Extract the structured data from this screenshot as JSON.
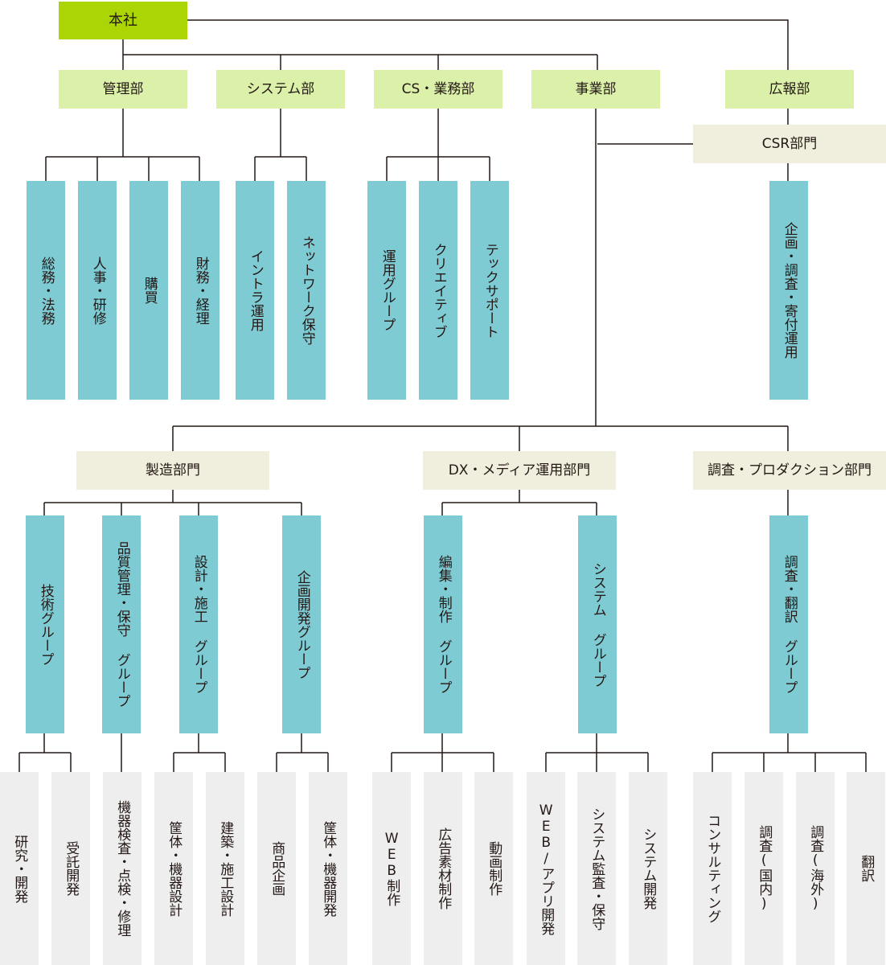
{
  "hq": "本社",
  "departments": {
    "kanri": "管理部",
    "system": "システム部",
    "cs": "CS・業務部",
    "jigyo": "事業部",
    "koho": "広報部"
  },
  "divisions": {
    "csr": "CSR部門",
    "seizo": "製造部門",
    "dx": "DX・メディア運用部門",
    "chosa": "調査・プロダクション部門"
  },
  "top_groups": {
    "somu": "総務・法務",
    "jinji": "人事・研修",
    "kobai": "購買",
    "zaimu": "財務・経理",
    "intra": "イントラ運用",
    "network": "ネットワーク保守",
    "unyo": "運用グループ",
    "creative": "クリエイティブ",
    "techsupport": "テックサポート",
    "kikaku_chosa": "企画・調査・寄付運用"
  },
  "groups": {
    "gijutsu": "技術グループ",
    "hinshitsu": "品質管理・保守 グループ",
    "sekkei": "設計・施工 グループ",
    "kikaku": "企画開発グループ",
    "henshu": "編集・制作 グループ",
    "system": "システム グループ",
    "chosa": "調査・翻訳 グループ"
  },
  "leaves": {
    "kenkyu": "研究・開発",
    "jutaku": "受託開発",
    "kiki_kensa": "機器検査・点検・修理",
    "kyotai_sekkei": "筐体・機器設計",
    "kenchiku": "建築・施工設計",
    "shohin": "商品企画",
    "kyotai_kaihatsu": "筐体・機器開発",
    "web": "WEB制作",
    "kokoku": "広告素材制作",
    "doga": "動画制作",
    "webapp": "WEB/アプリ開発",
    "kansa": "システム監査・保守",
    "syskaihatsu": "システム開発",
    "consulting": "コンサルティング",
    "chosa_kokunai": "調査(国内)",
    "chosa_kaigai": "調査(海外)",
    "honyaku": "翻訳"
  },
  "colors": {
    "hq": "#abd504",
    "department": "#dbf0a8",
    "division": "#f0eedc",
    "group": "#7fcbd4",
    "leaf": "#eeeeee",
    "line": "#231815"
  }
}
